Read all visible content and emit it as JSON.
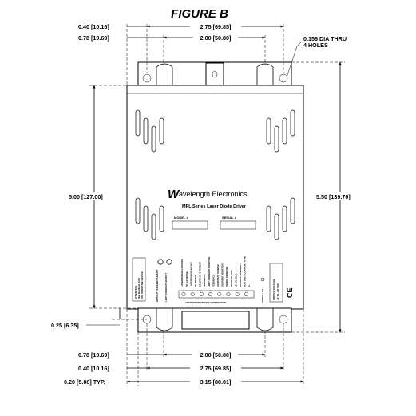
{
  "figure_title": "FIGURE B",
  "dimensions": {
    "top_left_1": "0.40 [10.16]",
    "top_left_2": "0.78 [19.69]",
    "top_span_outer": "2.75 [69.85]",
    "top_span_inner": "2.00 [50.80]",
    "hole_note_1": "0.156 DIA THRU",
    "hole_note_2": "4 HOLES",
    "left_height": "5.00 [127.00]",
    "right_height": "5.50 [139.70]",
    "bottom_offset": "0.25 [6.35]",
    "bottom_left_1": "0.78 [19.69]",
    "bottom_left_2": "0.40 [10.16]",
    "bottom_left_3": "0.20 [5.08] TYP.",
    "bottom_span_inner": "2.00 [50.80]",
    "bottom_span_outer": "2.75 [69.85]",
    "bottom_span_total": "3.15 [80.01]"
  },
  "panel": {
    "brand": "avelength Electronics",
    "product": "MPL Series Laser Diode Driver",
    "model_label": "MODEL #",
    "serial_label": "SERIAL #",
    "connector_label": "LASER DIODE DRIVER CONNECTOR",
    "power_led": "POWER LED",
    "supply_1": "SUPPLY VOLTAGE",
    "supply_2": "+5 TO +30 VDC",
    "ce_mark": "CE",
    "left_box_1": "ATTENTION",
    "left_box_2": "SEE MANUAL FOR",
    "left_box_3": "ESD SENSITIVE DEVICE",
    "trim_1": "OUTPUT CURRENT ADJUST",
    "trim_2": "LIMIT CURRENT ADJUST",
    "pins": [
      "LASER DIODE CATHODE",
      "PD CATHODE",
      "LASER DIODE ANODE",
      "PD ANODE",
      "CONSTANT CURRENT",
      "FEEDBACK",
      "LIMIT CURRENT MONITOR",
      "FEEDBACK",
      "CONSTANT POWER",
      "CURRENT MONITOR",
      "POWER MONITOR",
      "MONITOR GND",
      "LD ENABLE",
      "MODULATION INPUT",
      "MOD GND (CURRENT RTN)",
      "V+"
    ]
  }
}
